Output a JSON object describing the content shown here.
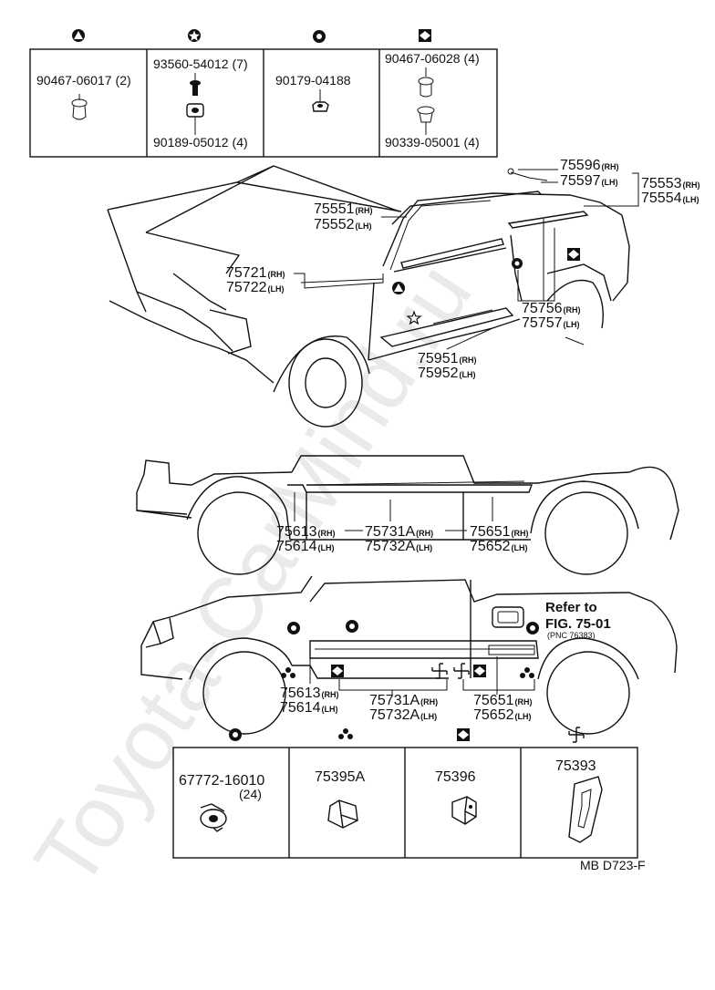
{
  "watermark": "Toyota-CarMind.ru",
  "fastener_table_top": [
    {
      "symbol": "triangle",
      "parts": [
        {
          "number": "90467-06017",
          "qty": "(2)"
        }
      ]
    },
    {
      "symbol": "star",
      "parts": [
        {
          "number": "93560-54012",
          "qty": "(7)"
        },
        {
          "number": "90189-05012",
          "qty": "(4)"
        }
      ]
    },
    {
      "symbol": "dot",
      "parts": [
        {
          "number": "90179-04188",
          "qty": ""
        }
      ]
    },
    {
      "symbol": "diamond",
      "parts": [
        {
          "number": "90467-06028",
          "qty": "(4)"
        },
        {
          "number": "90339-05001",
          "qty": "(4)"
        }
      ]
    }
  ],
  "callouts_perspective": {
    "a": {
      "n1": "75596",
      "s1": "(RH)",
      "n2": "75597",
      "s2": "(LH)"
    },
    "b": {
      "n1": "75553",
      "s1": "(RH)",
      "n2": "75554",
      "s2": "(LH)"
    },
    "c": {
      "n1": "75551",
      "s1": "(RH)",
      "n2": "75552",
      "s2": "(LH)"
    },
    "d": {
      "n1": "75721",
      "s1": "(RH)",
      "n2": "75722",
      "s2": "(LH)"
    },
    "e": {
      "n1": "75756",
      "s1": "(RH)",
      "n2": "75757",
      "s2": "(LH)"
    },
    "f": {
      "n1": "75951",
      "s1": "(RH)",
      "n2": "75952",
      "s2": "(LH)"
    }
  },
  "callouts_side1": {
    "a": {
      "n1": "75613",
      "s1": "(RH)",
      "n2": "75614",
      "s2": "(LH)"
    },
    "b": {
      "n1": "75731A",
      "s1": "(RH)",
      "n2": "75732A",
      "s2": "(LH)"
    },
    "c": {
      "n1": "75651",
      "s1": "(RH)",
      "n2": "75652",
      "s2": "(LH)"
    }
  },
  "callouts_side2": {
    "a": {
      "n1": "75613",
      "s1": "(RH)",
      "n2": "75614",
      "s2": "(LH)"
    },
    "b": {
      "n1": "75731A",
      "s1": "(RH)",
      "n2": "75732A",
      "s2": "(LH)"
    },
    "c": {
      "n1": "75651",
      "s1": "(RH)",
      "n2": "75652",
      "s2": "(LH)"
    }
  },
  "refer": {
    "line1": "Refer to",
    "line2": "FIG. 75-01",
    "line3": "(PNC 76383)"
  },
  "fastener_table_bottom": [
    {
      "symbol": "ring",
      "number": "67772-16010",
      "qty": "(24)"
    },
    {
      "symbol": "trefoil",
      "number": "75395A",
      "qty": ""
    },
    {
      "symbol": "diamond",
      "number": "75396",
      "qty": ""
    },
    {
      "symbol": "pinwheel",
      "number": "75393",
      "qty": ""
    }
  ],
  "figure_code": "MB D723-F"
}
